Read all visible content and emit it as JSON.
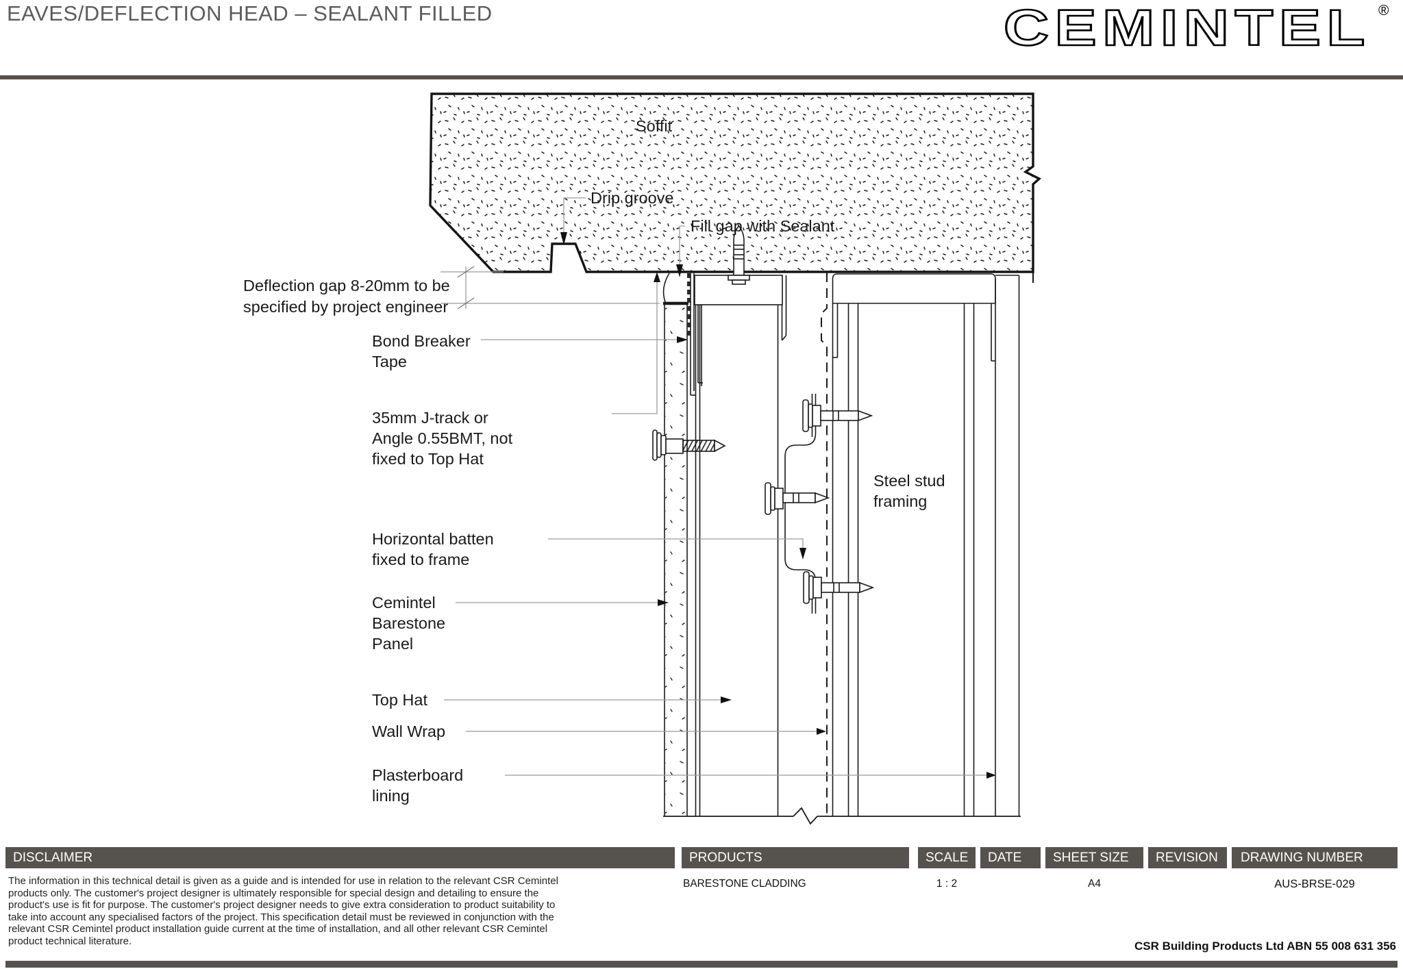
{
  "header": {
    "title": "EAVES/DEFLECTION HEAD – SEALANT FILLED",
    "logo_text": "CEMINTEL",
    "registered_mark": "®"
  },
  "drawing": {
    "labels": {
      "soffit": "Soffit",
      "drip_groove": "Drip groove",
      "fill_gap": "Fill gap with Sealant",
      "deflection_1": "Deflection gap 8-20mm to be",
      "deflection_2": "specified by project engineer",
      "bond_1": "Bond Breaker",
      "bond_2": "Tape",
      "jtrack_1": "35mm J-track or",
      "jtrack_2": "Angle 0.55BMT, not",
      "jtrack_3": "fixed to Top Hat",
      "steel_1": "Steel stud",
      "steel_2": "framing",
      "batten_1": "Horizontal batten",
      "batten_2": "fixed to frame",
      "panel_1": "Cemintel",
      "panel_2": "Barestone",
      "panel_3": "Panel",
      "top_hat": "Top Hat",
      "wall_wrap": "Wall Wrap",
      "plaster_1": "Plasterboard",
      "plaster_2": "lining"
    }
  },
  "footer": {
    "disclaimer": {
      "header": "DISCLAIMER",
      "lines": [
        "The information in this technical detail is given as a guide and is intended for use in relation to the relevant CSR Cemintel",
        "products only. The customer's project designer is ultimately responsible for special design and detailing to ensure the",
        "product's use is fit for purpose. The customer's project designer needs to give extra consideration to product suitability to",
        "take into account any specialised factors of the project. This specification detail must be reviewed in conjunction with the",
        "relevant CSR Cemintel product installation guide current at the time of installation, and all other relevant CSR Cemintel",
        "product technical literature."
      ]
    },
    "products": {
      "header": "PRODUCTS",
      "value": "BARESTONE CLADDING"
    },
    "scale": {
      "header": "SCALE",
      "value": "1 : 2"
    },
    "date": {
      "header": "DATE",
      "value": ""
    },
    "sheet_size": {
      "header": "SHEET SIZE",
      "value": "A4"
    },
    "revision": {
      "header": "REVISION",
      "value": ""
    },
    "drawing_number": {
      "header": "DRAWING NUMBER",
      "value": "AUS-BRSE-029"
    },
    "abn_line": "CSR Building Products Ltd ABN  55 008 631 356"
  },
  "colors": {
    "bar": "#56524d",
    "title": "#5b5b5e",
    "line": "#1a1a1a",
    "leader": "#9b9b9b"
  }
}
